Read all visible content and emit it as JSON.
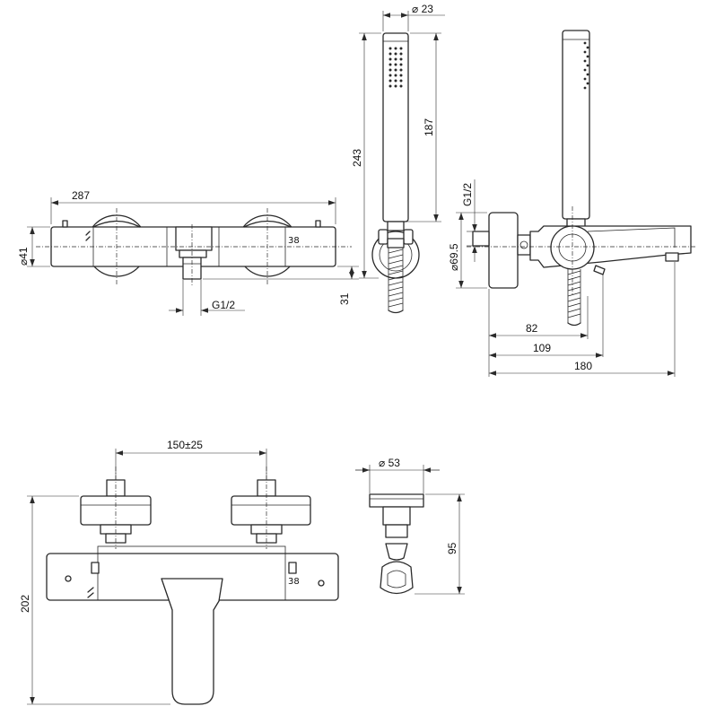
{
  "dimensions": {
    "top_view": {
      "overall_width": "287",
      "body_diameter": "41",
      "outlet_offset": "31",
      "inlet_thread": "G1/2"
    },
    "hand_shower": {
      "handle_diameter": "23",
      "head_length": "187",
      "overall_length": "243"
    },
    "side_view": {
      "inlet_thread": "G1/2",
      "rosette_diameter": "69.5",
      "depth_1": "82",
      "depth_2": "109",
      "depth_3": "180"
    },
    "front_view": {
      "center_distance": "150±25",
      "height": "202"
    },
    "holder": {
      "base_diameter": "53",
      "height": "95"
    }
  },
  "markings": {
    "temp_marker": "38"
  },
  "icons": {
    "diameter_symbol": "diameter-icon",
    "shower_marker": "shower-marker-icon"
  }
}
